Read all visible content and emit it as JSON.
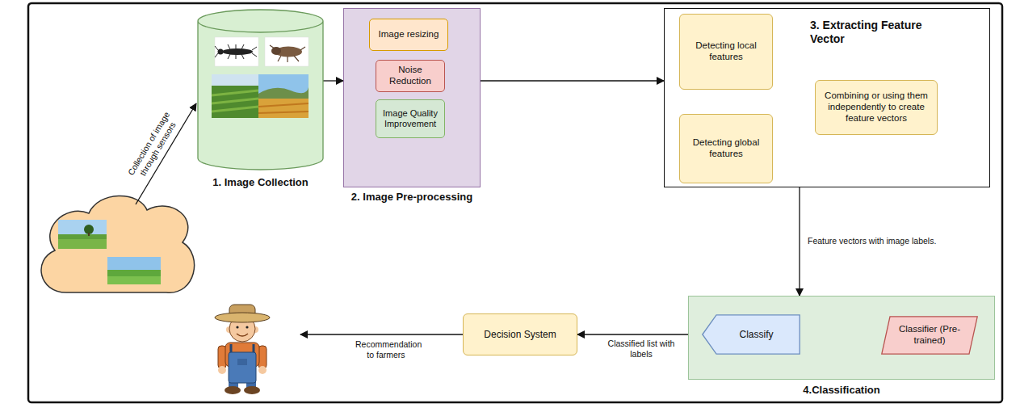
{
  "diagram": {
    "nodes": [
      {
        "text": [
          "1. Image Collection"
        ]
      },
      {
        "text": [
          "2. Image Pre-processing"
        ]
      },
      {
        "text": [
          "Image resizing"
        ],
        "in": 1
      },
      {
        "text": [
          "Noise Reduction"
        ],
        "in": 1
      },
      {
        "text": [
          "Image Quality Improvement"
        ],
        "in": 1
      },
      {
        "text": [
          "3. Extracting Feature Vector"
        ]
      },
      {
        "text": [
          "Detecting local features"
        ],
        "in": 5
      },
      {
        "text": [
          "Combining or using them independently to create feature vectors"
        ],
        "in": 5
      },
      {
        "text": [
          "Detecting global features"
        ],
        "in": 5
      },
      {
        "text": [
          "4.Classification"
        ]
      },
      {
        "text": [
          "Classify"
        ],
        "in": 9
      },
      {
        "text": [
          "Classifier (Pre-trained)"
        ],
        "in": 9
      },
      {
        "text": [
          "Decision System"
        ]
      }
    ],
    "edges": [
      {
        "from": 0,
        "to": 1,
        "arrow": "to"
      },
      {
        "from": 1,
        "to": 5,
        "arrow": "to"
      },
      {
        "from": 2,
        "to": 3,
        "arrow": "to"
      },
      {
        "from": 3,
        "to": 4,
        "arrow": "to"
      },
      {
        "from": 6,
        "to": 7,
        "arrow": "to"
      },
      {
        "from": 8,
        "to": 7,
        "arrow": "to"
      },
      {
        "from": 5,
        "to": 9,
        "label": "Feature vectors with image labels.",
        "arrow": "to"
      },
      {
        "from": 11,
        "to": 10,
        "arrow": "to"
      },
      {
        "from": 10,
        "to": 12,
        "label": "Classified list with labels",
        "arrow": "to"
      }
    ],
    "labels": [
      "Collection of image through sensors",
      "Recommendation to farmers"
    ]
  }
}
